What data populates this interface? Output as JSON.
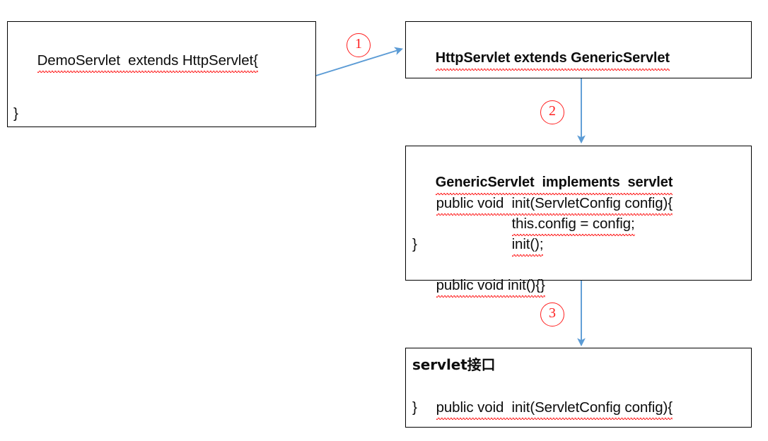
{
  "diagram": {
    "title": "Servlet inheritance hierarchy",
    "accent_arrow_color": "#5B9BD5",
    "marker_color": "#FF2020",
    "box_border_color": "#000000",
    "background_color": "#FFFFFF",
    "spellcheck_underline_color": "#FF1D1D"
  },
  "boxes": [
    {
      "name": "demo-servlet",
      "lines": [
        {
          "text": "DemoServlet  extends HttpServlet{",
          "bold": false,
          "indent": false
        },
        {
          "text": "",
          "bold": false,
          "indent": false
        },
        {
          "text": "",
          "bold": false,
          "indent": false
        },
        {
          "text": "}",
          "bold": false,
          "indent": false
        }
      ]
    },
    {
      "name": "http-servlet",
      "lines": [
        {
          "text": "HttpServlet extends GenericServlet",
          "bold": true,
          "indent": false
        }
      ]
    },
    {
      "name": "generic-servlet",
      "lines": [
        {
          "text": "GenericServlet  implements  servlet",
          "bold": true,
          "indent": false
        },
        {
          "text": "public void  init(ServletConfig config){",
          "bold": false,
          "indent": false
        },
        {
          "text": "this.config = config;",
          "bold": false,
          "indent": true
        },
        {
          "text": "init();",
          "bold": false,
          "indent": true
        },
        {
          "text": "}",
          "bold": false,
          "indent": false
        },
        {
          "text": "public void init(){}",
          "bold": false,
          "indent": false
        }
      ]
    },
    {
      "name": "servlet-interface",
      "lines": [
        {
          "text": "servlet接口",
          "bold": true,
          "indent": false
        },
        {
          "text": "public void  init(ServletConfig config){",
          "bold": false,
          "indent": false
        },
        {
          "text": "}",
          "bold": false,
          "indent": false
        }
      ]
    }
  ],
  "markers": [
    {
      "name": "marker-1",
      "label": "①",
      "glyph": "1"
    },
    {
      "name": "marker-2",
      "label": "②",
      "glyph": "2"
    },
    {
      "name": "marker-3",
      "label": "③",
      "glyph": "3"
    }
  ],
  "arrows": [
    {
      "name": "arrow-demo-to-http",
      "kind": "diagonal"
    },
    {
      "name": "arrow-http-to-generic",
      "kind": "vertical"
    },
    {
      "name": "arrow-generic-to-servlet",
      "kind": "vertical"
    }
  ]
}
